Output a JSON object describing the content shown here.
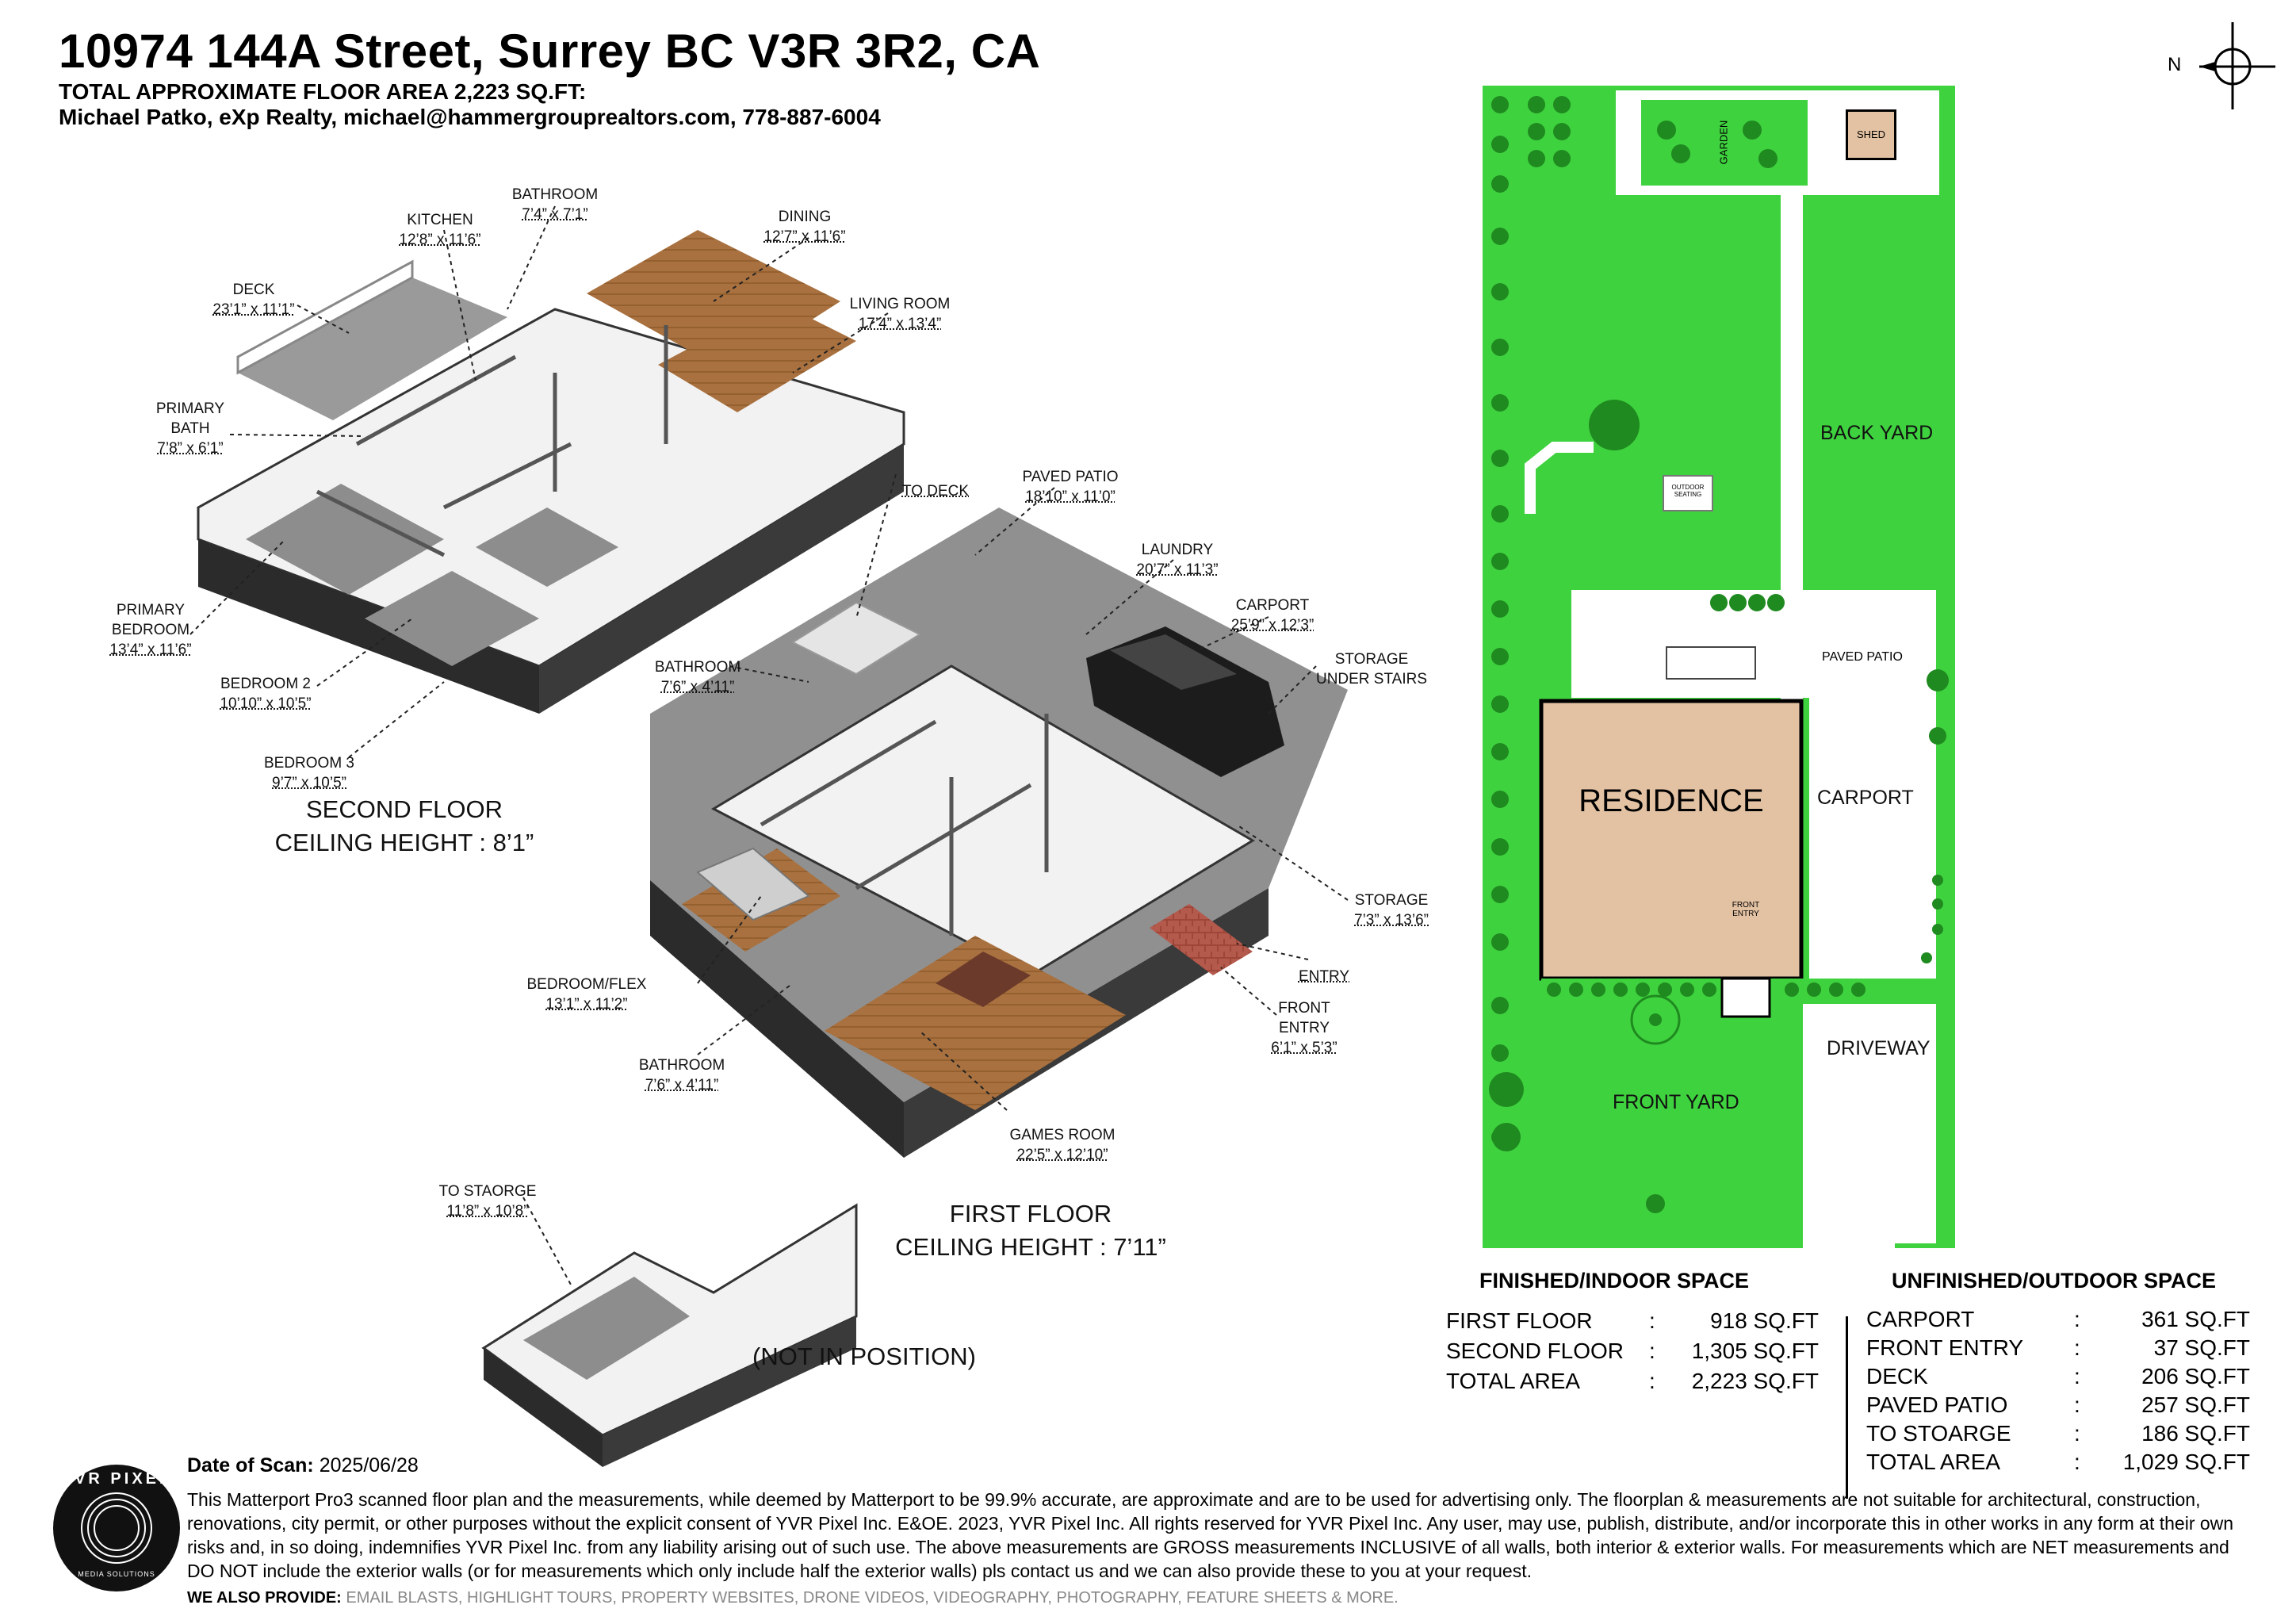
{
  "header": {
    "address": "10974 144A Street, Surrey BC V3R 3R2, CA",
    "total_area_line": "TOTAL APPROXIMATE FLOOR AREA 2,223 SQ.FT:",
    "agent_line": "Michael Patko, eXp Realty, michael@hammergrouprealtors.com, 778-887-6004"
  },
  "compass": {
    "label": "N"
  },
  "second_floor": {
    "title": "SECOND FLOOR",
    "ceiling": "CEILING HEIGHT : 8’1”",
    "rooms": [
      {
        "name": "KITCHEN",
        "dim": "12’8” x 11’6”"
      },
      {
        "name": "BATHROOM",
        "dim": "7’4” x 7’1”"
      },
      {
        "name": "DINING",
        "dim": "12’7” x 11’6”"
      },
      {
        "name": "DECK",
        "dim": "23’1” x 11’1”"
      },
      {
        "name": "LIVING ROOM",
        "dim": "17’4” x 13’4”"
      },
      {
        "name": "PRIMARY\nBATH",
        "dim": "7’8” x 6’1”"
      },
      {
        "name": "PRIMARY\nBEDROOM",
        "dim": "13’4” x 11’6”"
      },
      {
        "name": "BEDROOM 2",
        "dim": "10’10” x 10’5”"
      },
      {
        "name": "BEDROOM 3",
        "dim": "9’7” x 10’5”"
      }
    ]
  },
  "first_floor": {
    "title": "FIRST FLOOR",
    "ceiling": "CEILING HEIGHT : 7’11”",
    "rooms": [
      {
        "name": "TO DECK",
        "dim": ""
      },
      {
        "name": "PAVED PATIO",
        "dim": "18’10” x 11’0”"
      },
      {
        "name": "LAUNDRY",
        "dim": "20’7” x 11’3”"
      },
      {
        "name": "CARPORT",
        "dim": "25’9” x 12’3”"
      },
      {
        "name": "STORAGE\nUNDER STAIRS",
        "dim": ""
      },
      {
        "name": "BATHROOM",
        "dim": "7’6” x 4’11”"
      },
      {
        "name": "STORAGE",
        "dim": "7’3” x 13’6”"
      },
      {
        "name": "ENTRY",
        "dim": ""
      },
      {
        "name": "FRONT\nENTRY",
        "dim": "6’1” x 5’3”"
      },
      {
        "name": "BEDROOM/FLEX",
        "dim": "13’1” x 11’2”"
      },
      {
        "name": "BATHROOM",
        "dim": "7’6” x 4’11”"
      },
      {
        "name": "GAMES ROOM",
        "dim": "22’5” x 12’10”"
      }
    ]
  },
  "storage_block": {
    "name": "TO STAORGE",
    "dim": "11’8” x 10’8”",
    "note": "(NOT IN POSITION)"
  },
  "site_plan": {
    "labels": {
      "shed": "SHED",
      "garden": "GARDEN",
      "back_yard": "BACK YARD",
      "outdoor_seating": "OUTDOOR\nSEATING",
      "paved_patio": "PAVED PATIO",
      "residence": "RESIDENCE",
      "carport": "CARPORT",
      "front_entry": "FRONT\nENTRY",
      "driveway": "DRIVEWAY",
      "front_yard": "FRONT YARD"
    },
    "colors": {
      "lawn": "#3fd23f",
      "residence": "#e3c2a3",
      "tree": "#1f8a1f"
    }
  },
  "finished_space": {
    "heading": "FINISHED/INDOOR SPACE",
    "rows": [
      {
        "label": "FIRST FLOOR",
        "value": "918 SQ.FT"
      },
      {
        "label": "SECOND FLOOR",
        "value": "1,305 SQ.FT"
      },
      {
        "label": "TOTAL AREA",
        "value": "2,223 SQ.FT"
      }
    ]
  },
  "unfinished_space": {
    "heading": "UNFINISHED/OUTDOOR SPACE",
    "rows": [
      {
        "label": "CARPORT",
        "value": "361 SQ.FT"
      },
      {
        "label": "FRONT ENTRY",
        "value": "37 SQ.FT"
      },
      {
        "label": "DECK",
        "value": "206 SQ.FT"
      },
      {
        "label": "PAVED PATIO",
        "value": "257 SQ.FT"
      },
      {
        "label": "TO STOARGE",
        "value": "186 SQ.FT"
      },
      {
        "label": "TOTAL AREA",
        "value": "1,029 SQ.FT"
      }
    ]
  },
  "footer": {
    "logo_text": "YVR PIXEL",
    "logo_small": "MEDIA SOLUTIONS",
    "scan_label": "Date of Scan:",
    "scan_date": "2025/06/28",
    "disclaimer": "This Matterport Pro3 scanned floor plan and the measurements, while deemed by Matterport to be 99.9% accurate, are approximate and are to be used for advertising only. The floorplan & measurements are not suitable for architectural, construction, renovations, city permit, or other purposes without the explicit consent of YVR Pixel Inc. E&OE. 2023, YVR Pixel Inc. All rights reserved for YVR Pixel Inc. Any user, may use, publish, distribute, and/or incorporate this in other works in any form at their own risks and, in so doing, indemnifies YVR Pixel Inc. from any liability arising out of such use. The above measurements are GROSS measurements INCLUSIVE of all walls, both interior & exterior walls. For measurements which are NET measurements and DO NOT include the exterior walls (or for measurements which only include half the exterior walls) pls contact us and we can also provide these to you at your request.",
    "also_label": "WE ALSO PROVIDE:",
    "also_text": "EMAIL BLASTS, HIGHLIGHT TOURS, PROPERTY WEBSITES, DRONE VIDEOS, VIDEOGRAPHY, PHOTOGRAPHY, FEATURE SHEETS & MORE."
  }
}
